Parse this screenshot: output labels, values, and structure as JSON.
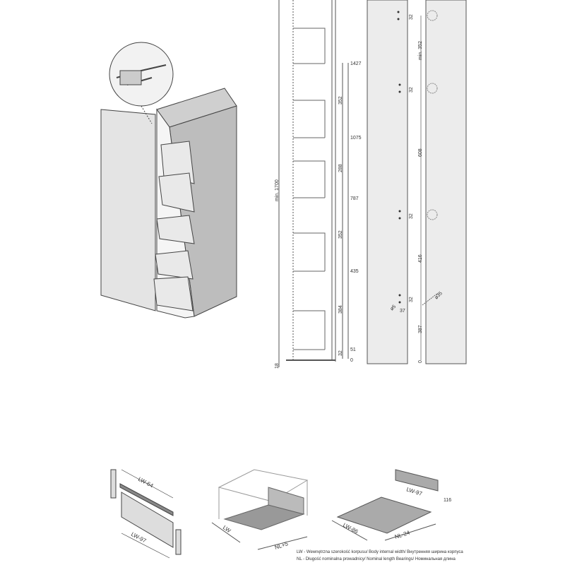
{
  "elevation": {
    "heights": [
      "1427",
      "1075",
      "787",
      "435",
      "51",
      "0"
    ],
    "spacings": [
      "352",
      "288",
      "352",
      "384",
      "32"
    ],
    "total_height": "min. 1700",
    "plinth": "18"
  },
  "door_drilling": {
    "hole_offsets": [
      "32",
      "32",
      "32",
      "32"
    ],
    "spacings": [
      "min. 352",
      "608",
      "416",
      "387"
    ],
    "zero": "0",
    "small_hole": "ø5",
    "cup_hole": "ø35",
    "edge_distance": "37"
  },
  "components": {
    "rail_label": "LW-64",
    "front_label": "LW-97",
    "drawer_width": "LW",
    "drawer_depth": "NL+5",
    "bottom_width": "LW-86",
    "bottom_depth": "NL-24",
    "back_width": "LW-97",
    "back_height": "116"
  },
  "legend": {
    "lw": "LW - Wewnętrzna szerokość korpusu/ Body internal width/ Внутренняя ширина корпуса",
    "nl": "NL - Długość nominalna prowadnicy/ Nominal length Bearings/ Номинальная длина"
  }
}
